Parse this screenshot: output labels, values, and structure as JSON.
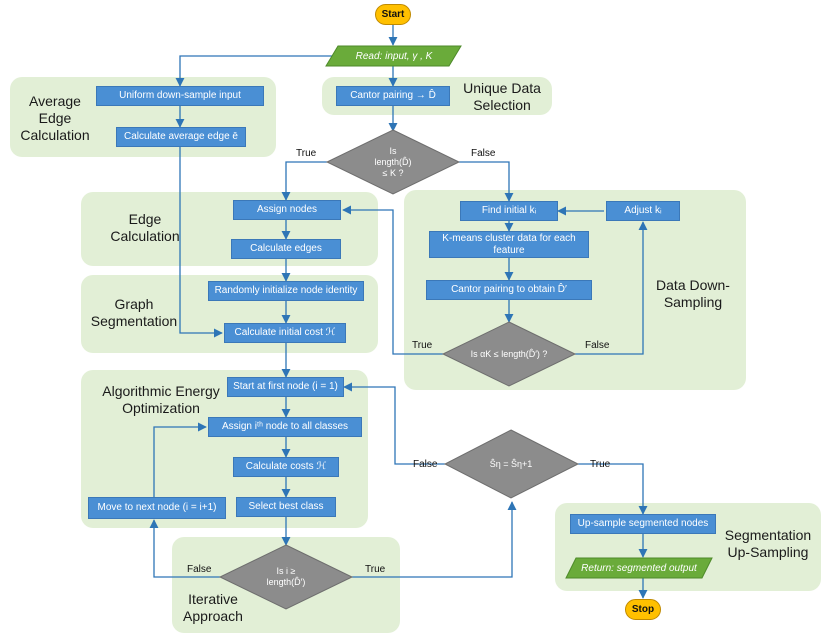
{
  "terminals": {
    "start": "Start",
    "stop": "Stop"
  },
  "io": {
    "read": "Read: input, γ , K",
    "return": "Return: segmented output"
  },
  "groups": {
    "avg_edge": "Average\nEdge\nCalculation",
    "unique_data": "Unique Data\nSelection",
    "edge_calc": "Edge\nCalculation",
    "graph_seg": "Graph\nSegmentation",
    "algo_energy": "Algorithmic Energy\nOptimization",
    "iterative": "Iterative\nApproach",
    "data_down": "Data Down-\nSampling",
    "seg_up": "Segmentation\nUp-Sampling"
  },
  "process": {
    "uniform_down": "Uniform down-sample input",
    "calc_avg_edge": "Calculate average edge ē",
    "cantor1": "Cantor pairing → D̂",
    "assign_nodes": "Assign nodes",
    "calc_edges": "Calculate edges",
    "rand_init": "Randomly initialize node identity",
    "calc_init_cost": "Calculate initial cost ℋ",
    "find_initial": "Find initial kᵢ",
    "adjust": "Adjust kᵢ",
    "kmeans": "K-means cluster data for each feature",
    "cantor2": "Cantor pairing to obtain D̂′",
    "start_first": "Start at first node (i = 1)",
    "assign_ith": "Assign iᵗʰ node to all classes",
    "calc_costs": "Calculate costs ℋ",
    "select_best": "Select best class",
    "move_next": "Move to next node (i = i+1)",
    "upsample": "Up-sample segmented nodes"
  },
  "decisions": {
    "d1": "Is\nlength(D̂)\n≤ K ?",
    "d2": "Is αK ≤ length(D̂′) ?",
    "d3": "Ŝη = Ŝη+1",
    "d4": "Is i ≥\nlength(D̂′)"
  },
  "edge_labels": {
    "d1_true": "True",
    "d1_false": "False",
    "d2_true": "True",
    "d2_false": "False",
    "d3_false": "False",
    "d3_true": "True",
    "d4_false": "False",
    "d4_true": "True"
  },
  "colors": {
    "group_fill": "#e2efd6",
    "process_fill": "#4a8fd4",
    "terminal_fill": "#ffc000",
    "io_fill": "#6aab3a",
    "decision_fill": "#8c8c8c",
    "connector": "#2e75b6"
  }
}
